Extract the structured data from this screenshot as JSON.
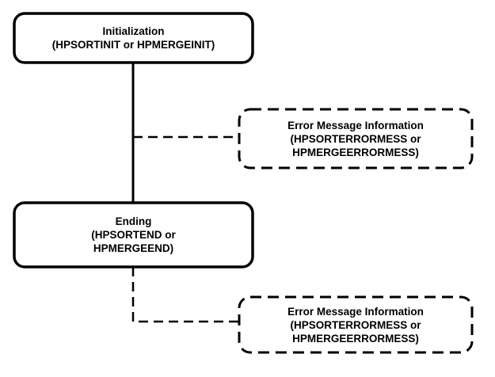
{
  "nodes": {
    "init": {
      "line1": "Initialization",
      "line2": "(HPSORTINIT or HPMERGEINIT)"
    },
    "error1": {
      "line1": "Error Message Information",
      "line2": "(HPSORTERRORMESS  or",
      "line3": "HPMERGEERRORMESS)"
    },
    "ending": {
      "line1": "Ending",
      "line2": "(HPSORTEND or",
      "line3": "HPMERGEEND)"
    },
    "error2": {
      "line1": "Error Message Information",
      "line2": "(HPSORTERRORMESS  or",
      "line3": "HPMERGEERRORMESS)"
    }
  },
  "connectors": [
    {
      "from": "init",
      "to": "ending",
      "style": "solid"
    },
    {
      "from": "init-ending-line",
      "to": "error1",
      "style": "dashed"
    },
    {
      "from": "ending",
      "to": "error2",
      "style": "dashed"
    }
  ],
  "colors": {
    "stroke": "#000000",
    "background": "#ffffff"
  }
}
